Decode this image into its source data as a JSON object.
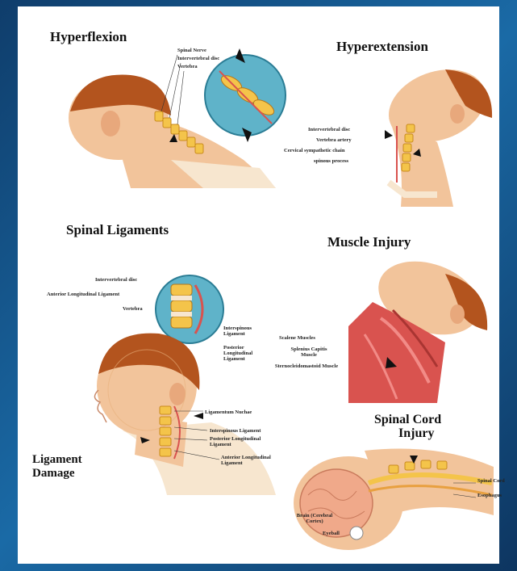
{
  "sections": {
    "hyperflexion": {
      "title": "Hyperflexion",
      "labels": [
        "Spinal Nerve",
        "Intervertebral disc",
        "Vertebra"
      ]
    },
    "hyperextension": {
      "title": "Hyperextension",
      "labels": [
        "Intervertebral disc",
        "Vertebra artery",
        "Cervical sympathetic chain",
        "spinous process"
      ]
    },
    "spinal_ligaments": {
      "title": "Spinal Ligaments",
      "labels": [
        "Intervertebral disc",
        "Anterior Longitudinal Ligament",
        "Vertebra",
        "Interspinous Ligament",
        "Posterior Longitudinal Ligament"
      ]
    },
    "ligament_damage": {
      "title": "Ligament Damage",
      "title_line1": "Ligament",
      "title_line2": "Damage",
      "labels": [
        "Ligamentum Nuchae",
        "Interspinous Ligament",
        "Posterior Longitudinal Ligament",
        "Anterior Longitudinal Ligament"
      ]
    },
    "muscle_injury": {
      "title": "Muscle Injury",
      "labels": [
        "Scalene Muscles",
        "Splenius Capitis Muscle",
        "Sternocleidomastoid Muscle"
      ]
    },
    "spinal_cord_injury": {
      "title_line1": "Spinal Cord",
      "title_line2": "Injury",
      "labels": [
        "Spinal Cord",
        "Esophagus",
        "Brain (Cerebral Cortex)",
        "Eyeball"
      ]
    }
  },
  "colors": {
    "background_dark": "#0f3d6b",
    "background_light": "#1a6aa6",
    "skin": "#f2c49b",
    "hair": "#b3541e",
    "bone": "#f4c44a",
    "muscle": "#d9534f",
    "magnifier": "#5fb3c9"
  }
}
